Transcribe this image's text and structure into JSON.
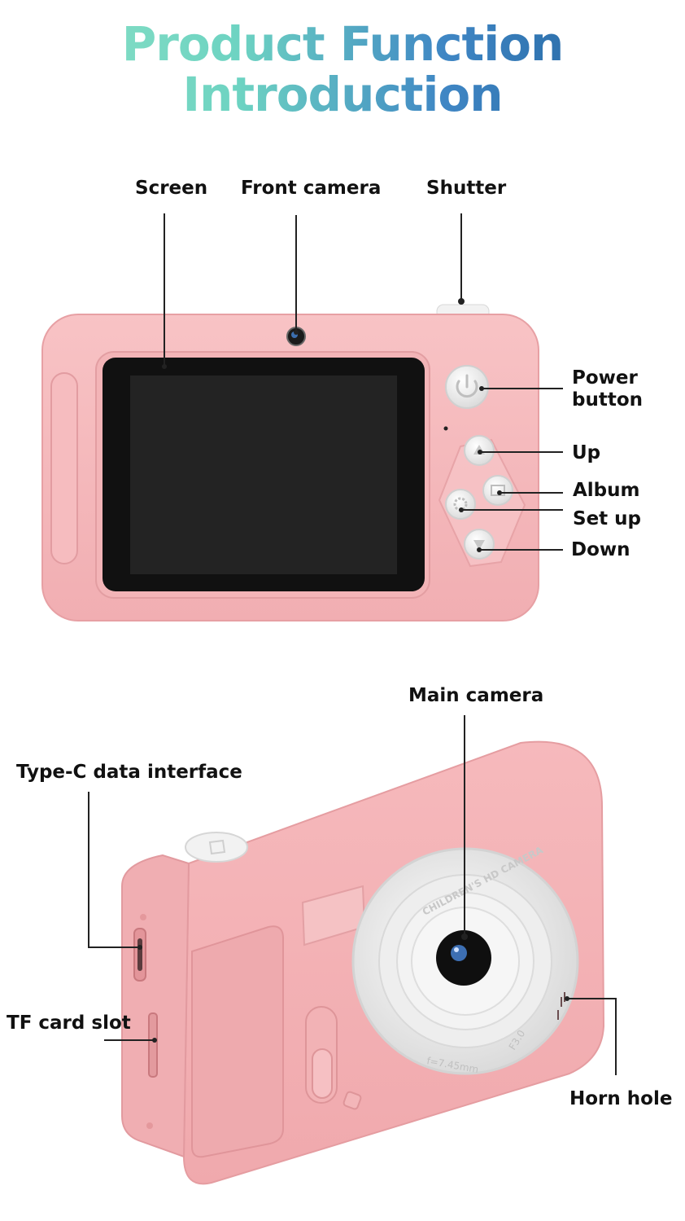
{
  "title": {
    "line1": "Product Function",
    "line2": "Introduction"
  },
  "front_view": {
    "labels": {
      "screen": "Screen",
      "front_camera": "Front camera",
      "shutter": "Shutter",
      "power_button_line1": "Power",
      "power_button_line2": "button",
      "up": "Up",
      "album": "Album",
      "set_up": "Set up",
      "down": "Down"
    }
  },
  "back_view": {
    "labels": {
      "main_camera": "Main camera",
      "type_c": "Type-C data interface",
      "tf_card": "TF card slot",
      "horn_hole": "Horn hole"
    },
    "lens_text": {
      "brand": "CHILDREN'S HD CAMERA",
      "focal": "f=7.45mm",
      "aperture": "F3.0"
    }
  },
  "colors": {
    "body_pink": "#f4b6b9",
    "body_shade": "#e89ea2",
    "title_start": "#8fe3c5",
    "title_end": "#1f5e98"
  }
}
